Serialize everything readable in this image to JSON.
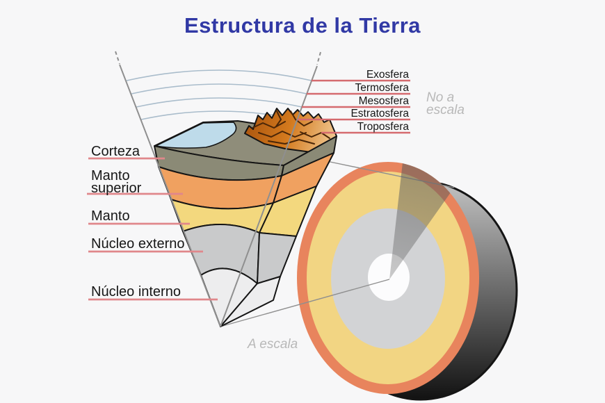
{
  "title": "Estructura de la Tierra",
  "atmosphere_labels": [
    {
      "label": "Exosfera"
    },
    {
      "label": "Termosfera"
    },
    {
      "label": "Mesosfera"
    },
    {
      "label": "Estratosfera"
    },
    {
      "label": "Troposfera"
    }
  ],
  "layer_labels": [
    {
      "label": "Corteza"
    },
    {
      "label": "Manto",
      "label2": "superior"
    },
    {
      "label": "Manto"
    },
    {
      "label": "Núcleo externo"
    },
    {
      "label": "Núcleo interno"
    }
  ],
  "notes": {
    "not_to_scale_line1": "No a",
    "not_to_scale_line2": "escala",
    "to_scale": "A escala"
  },
  "colors": {
    "background": "#f7f7f8",
    "title_text": "#3139a5",
    "label_text": "#161616",
    "muted_text": "#b8b8b8",
    "atmo_label_line": "#d56a6e",
    "layer_label_line": "#e0878b",
    "atmosphere_arc": "#a9bccb",
    "sight_line": "#8f8f8f",
    "water": "#bedbea",
    "ground": "#8f8d7a",
    "crust": "#8b8a76",
    "upper_mantle": "#f0a160",
    "mantle": "#f3d87e",
    "outer_core": "#c9cacb",
    "inner_core": "#ededee",
    "mountain_dark": "#a9540e",
    "mountain_mid": "#d47a1e",
    "mountain_light": "#f6d7a8",
    "mountain_ridge": "#4a2608",
    "disc_crust_rim": "#e8845d",
    "disc_mantle": "#f2d583",
    "disc_outer_core": "#d2d3d5",
    "disc_inner_core": "#fcfcfd",
    "disc_side_light": "#c4c4c4",
    "disc_side_dark": "#121212",
    "sector_shade": "#5c5c5c"
  }
}
